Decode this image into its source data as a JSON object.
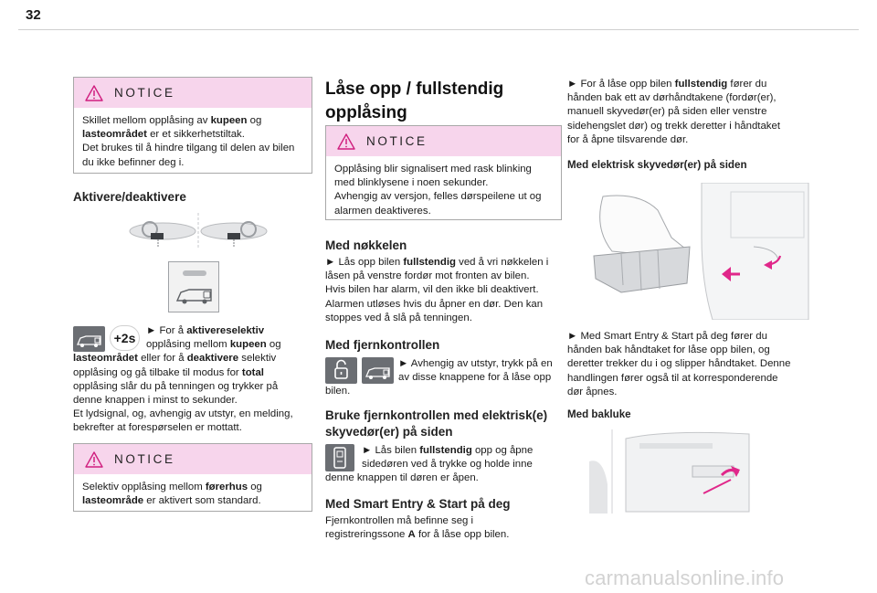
{
  "page_number": "32",
  "watermark": "carmanualsonline.info",
  "left": {
    "notice1": {
      "title": "NOTICE",
      "line1_a": "Skillet mellom opplåsing av ",
      "line1_b": "kupeen",
      "line1_c": " og",
      "line2_a": "lasteområdet",
      "line2_b": " er et sikkerhetstiltak.",
      "line3": "Det brukes til å hindre tilgang til delen av bilen",
      "line4": "du ikke befinner deg i."
    },
    "heading": "Aktivere/deaktivere",
    "badge": "+2s",
    "para": {
      "l1_a": "► For å ",
      "l1_b": "aktivereselektiv",
      "l2_a": "opplåsing mellom ",
      "l2_b": "kupeen",
      "l2_c": " og",
      "l3_a": "lasteområdet",
      "l3_b": " eller for å ",
      "l3_c": "deaktivere",
      "l3_d": " selektiv",
      "l4_a": "opplåsing og gå tilbake til modus for ",
      "l4_b": "total",
      "l5": "opplåsing slår du på tenningen og trykker på",
      "l6": "denne knappen i minst to sekunder.",
      "l7": "Et lydsignal, og, avhengig av utstyr, en melding,",
      "l8": "bekrefter at forespørselen er mottatt."
    },
    "notice2": {
      "title": "NOTICE",
      "line1_a": "Selektiv opplåsing mellom ",
      "line1_b": "førerhus",
      "line1_c": " og",
      "line2_a": "lasteområde",
      "line2_b": " er aktivert som standard."
    }
  },
  "middle": {
    "title_l1": "Låse opp / fullstendig",
    "title_l2": "opplåsing",
    "notice": {
      "title": "NOTICE",
      "line1": "Opplåsing blir signalisert med rask blinking",
      "line2": "med blinklysene i noen sekunder.",
      "line3": "Avhengig av versjon, felles dørspeilene ut og",
      "line4": "alarmen deaktiveres."
    },
    "h_key": "Med nøkkelen",
    "key_para": {
      "l1_a": "► Lås opp bilen ",
      "l1_b": "fullstendig",
      "l1_c": " ved å vri nøkkelen i",
      "l2": "låsen på venstre fordør mot fronten av bilen.",
      "l3": "Hvis bilen har alarm, vil den ikke bli deaktivert.",
      "l4": "Alarmen utløses hvis du åpner en dør. Den kan",
      "l5": "stoppes ved å slå på tenningen."
    },
    "h_remote": "Med fjernkontrollen",
    "remote_para": {
      "l1": "► Avhengig av utstyr, trykk på en",
      "l2": "av disse knappene for å låse opp",
      "l3": "bilen."
    },
    "h_electric_l1": "Bruke fjernkontrollen med elektrisk(e)",
    "h_electric_l2": "skyvedør(er) på siden",
    "electric_para": {
      "l1_a": "► Lås bilen ",
      "l1_b": "fullstendig",
      "l1_c": " opp og åpne",
      "l2": "sidedøren ved å trykke og holde inne",
      "l3": "denne knappen til døren er åpen."
    },
    "h_smart": "Med Smart Entry & Start på deg",
    "smart_para": {
      "l1": "Fjernkontrollen må befinne seg i",
      "l2_a": "registreringssone ",
      "l2_b": "A",
      "l2_c": " for å låse opp bilen."
    }
  },
  "right": {
    "para1": {
      "l1_a": "► For å låse opp bilen ",
      "l1_b": "fullstendig",
      "l1_c": " fører du",
      "l2": "hånden bak ett av dørhåndtakene (fordør(er),",
      "l3": "manuell skyvedør(er) på siden eller venstre",
      "l4": "sidehengslet dør) og trekk deretter i håndtaket",
      "l5": "for å åpne tilsvarende dør."
    },
    "h_electric": "Med elektrisk skyvedør(er) på siden",
    "para2": {
      "l1": "► Med Smart Entry & Start på deg fører du",
      "l2": "hånden bak håndtaket for låse opp bilen, og",
      "l3": "deretter trekker du i og slipper håndtaket. Denne",
      "l4": "handlingen fører også til at korresponderende",
      "l5": "dør åpnes."
    },
    "h_tailgate": "Med bakluke"
  },
  "colors": {
    "notice_header": "#f7d5ec",
    "warning": "#d01e7e",
    "arrow_pink": "#e0278a",
    "icon_gray": "#6b6e73"
  }
}
